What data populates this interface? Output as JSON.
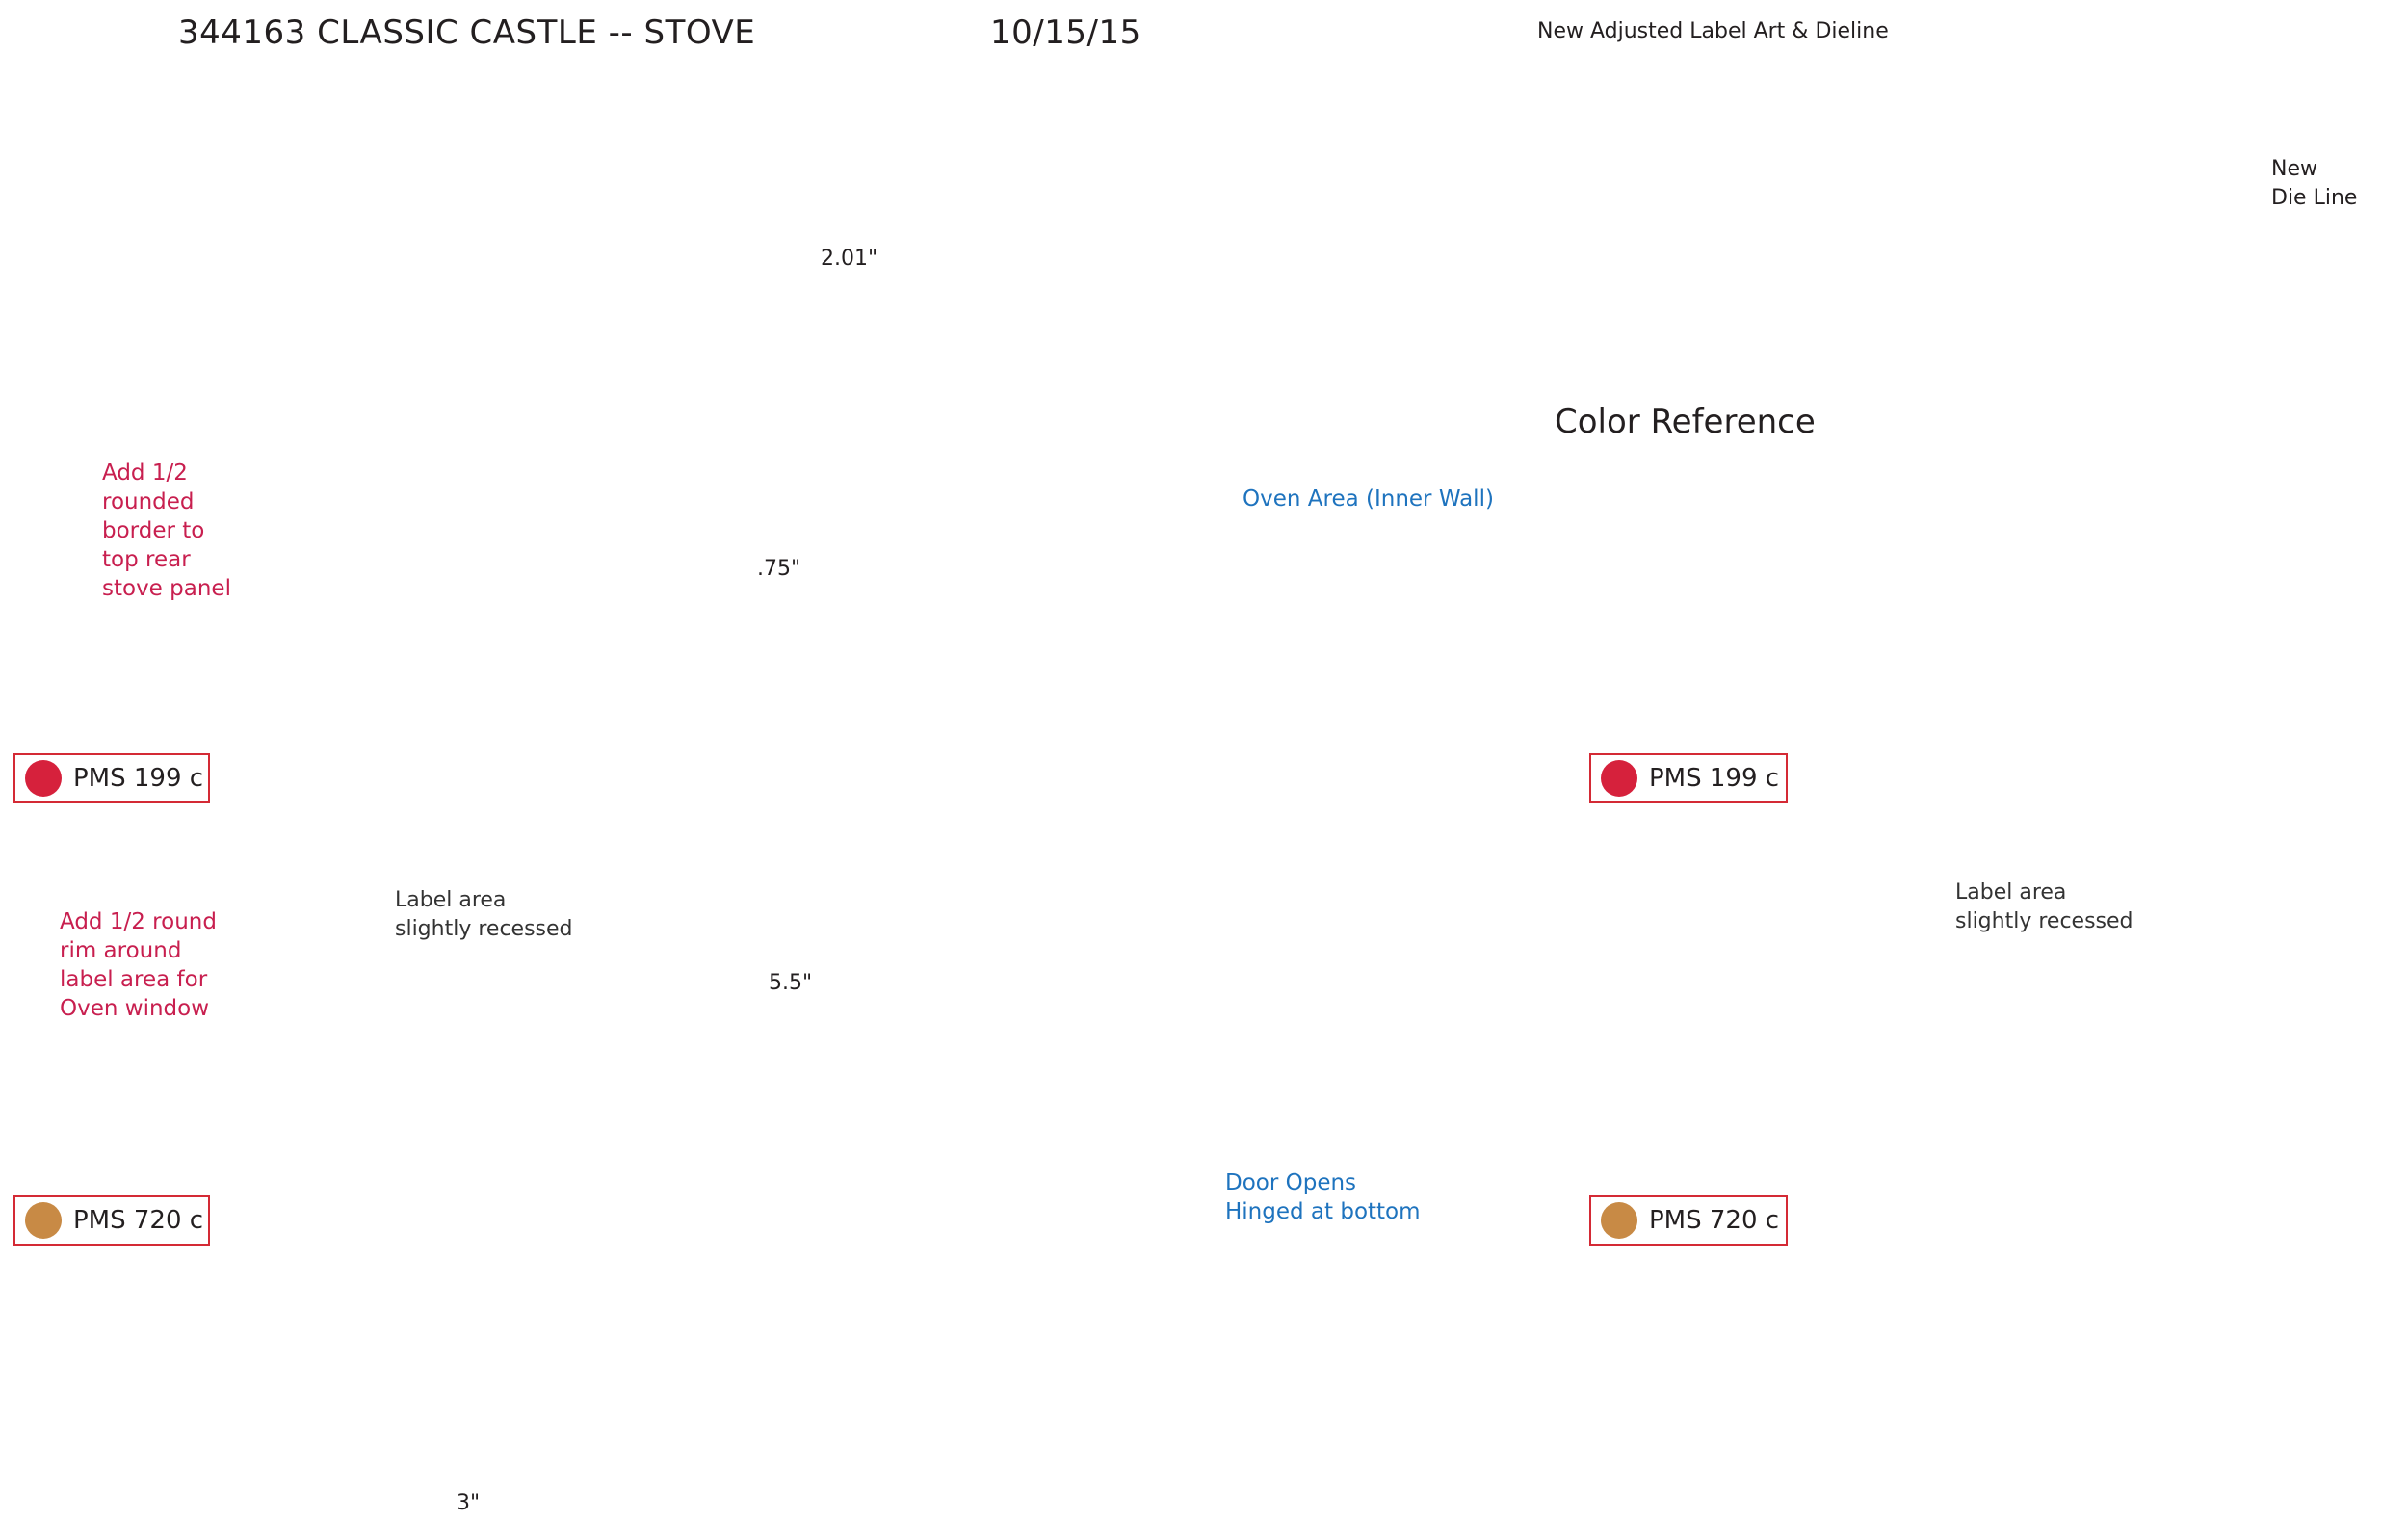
{
  "header": {
    "item_title": "344163   CLASSIC CASTLE -- STOVE",
    "date": "10/15/15"
  },
  "label_art_box": {
    "title": "New Adjusted Label Art & Dieline",
    "new_die_line_label_1": "New",
    "new_die_line_label_2": "Die Line"
  },
  "color_reference": {
    "title": "Color Reference"
  },
  "dimensions": {
    "top_depth": "2.01\"",
    "top_panel_height": ".75\"",
    "body_height": "5.5\"",
    "width": "3\""
  },
  "notes": {
    "top_panel_note": "Add 1/2 rounded border to top rear stove panel",
    "rim_note": "Add 1/2 round rim around label area for Oven window",
    "oven_area": "Oven Area (Inner Wall)",
    "door_opens_1": "Door Opens",
    "door_opens_2": "Hinged at bottom"
  },
  "label_area": {
    "line1": "Label area",
    "line2": "slightly recessed"
  },
  "pms_colors": [
    {
      "label": "PMS 199 c",
      "color": "#d6213c"
    },
    {
      "label": "PMS 720 c",
      "color": "#c88a45"
    }
  ],
  "colors": {
    "oven_red": "#db1f3a",
    "stove_tan": "#c77f3c",
    "label_green_light": "#b9dc7e",
    "label_green_dark": "#9aa636",
    "dieline_blue": "#29a9e1",
    "annotation_red": "#c81f4f",
    "annotation_blue": "#1e73be"
  }
}
